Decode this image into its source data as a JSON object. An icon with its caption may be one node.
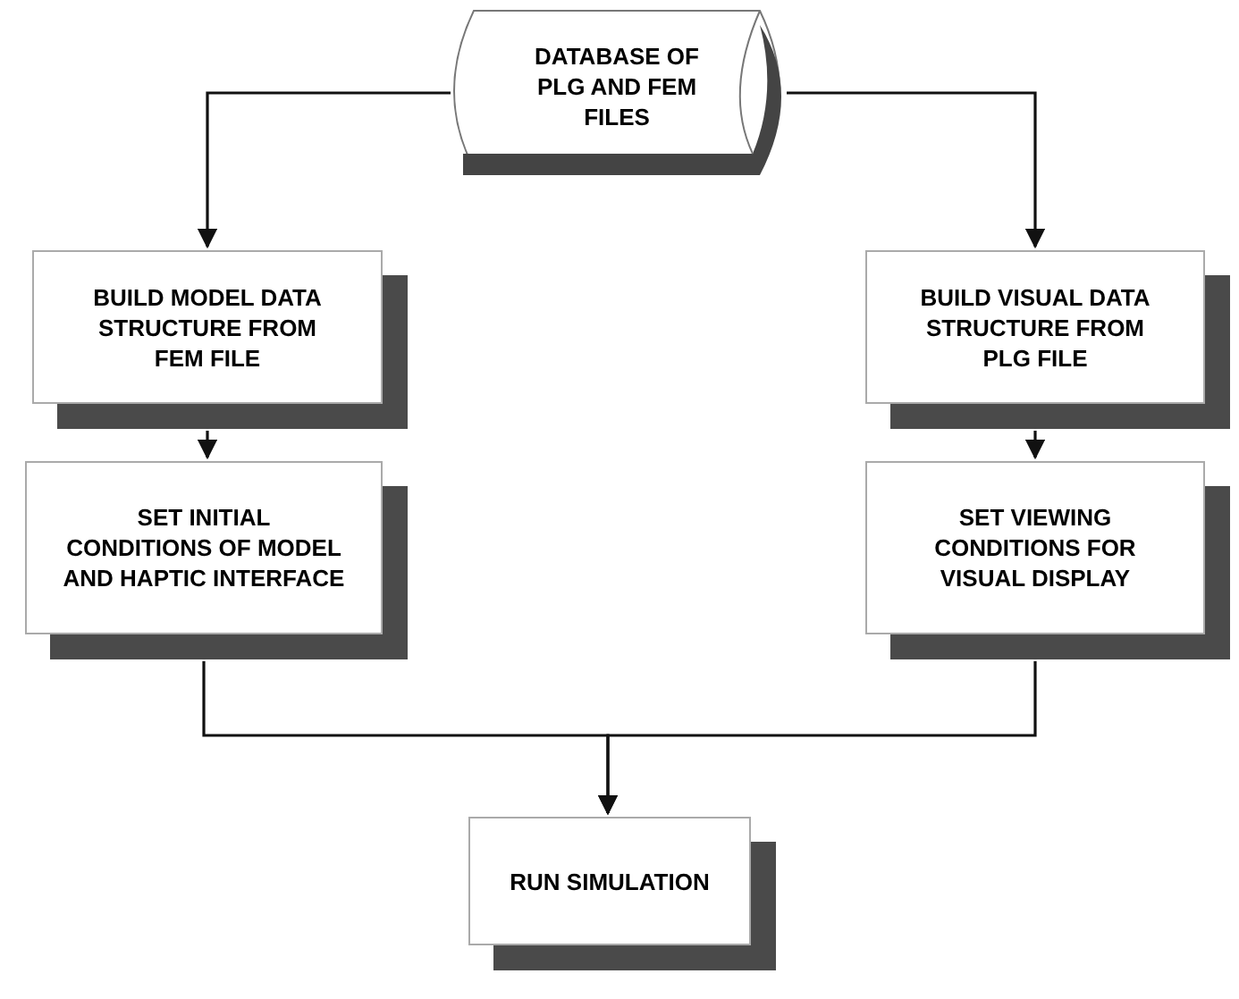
{
  "diagram": {
    "nodes": [
      {
        "text": [
          "DATABASE OF PLG AND FEM FILES"
        ]
      },
      {
        "text": [
          "BUILD MODEL DATA STRUCTURE FROM FEM FILE"
        ]
      },
      {
        "text": [
          "BUILD VISUAL DATA STRUCTURE FROM PLG FILE"
        ]
      },
      {
        "text": [
          "SET INITIAL CONDITIONS OF MODEL AND HAPTIC INTERFACE"
        ]
      },
      {
        "text": [
          "SET VIEWING CONDITIONS FOR VISUAL DISPLAY"
        ]
      },
      {
        "text": [
          "RUN SIMULATION"
        ]
      }
    ],
    "edges": [
      {
        "from": 0,
        "to": 1,
        "arrow": "to"
      },
      {
        "from": 0,
        "to": 2,
        "arrow": "to"
      },
      {
        "from": 1,
        "to": 3,
        "arrow": "to"
      },
      {
        "from": 2,
        "to": 4,
        "arrow": "to"
      },
      {
        "from": 3,
        "to": 5,
        "arrow": "to"
      },
      {
        "from": 4,
        "to": 5,
        "arrow": "to"
      }
    ]
  }
}
